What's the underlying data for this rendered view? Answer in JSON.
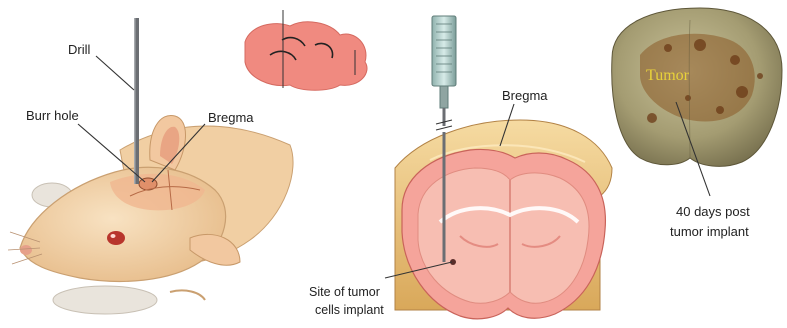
{
  "labels": {
    "drill": "Drill",
    "burr_hole": "Burr hole",
    "bregma_left": "Bregma",
    "bregma_right": "Bregma",
    "site_line1": "Site of tumor",
    "site_line2": "cells implant",
    "tumor": "Tumor",
    "days_line1": "40 days post",
    "days_line2": "tumor implant"
  },
  "colors": {
    "rat_fur": "#f3d3a8",
    "rat_shadow": "#d9a876",
    "brain_pink": "#f08a80",
    "brain_tissue": "#f5b3a6",
    "skull": "#efc57a",
    "photo_bg": "#a9a07a",
    "tumor_dark": "#7a4a1c",
    "tumor_label": "#e8d23a"
  },
  "icons": {
    "drill": "drill-needle-icon",
    "syringe": "syringe-icon"
  }
}
